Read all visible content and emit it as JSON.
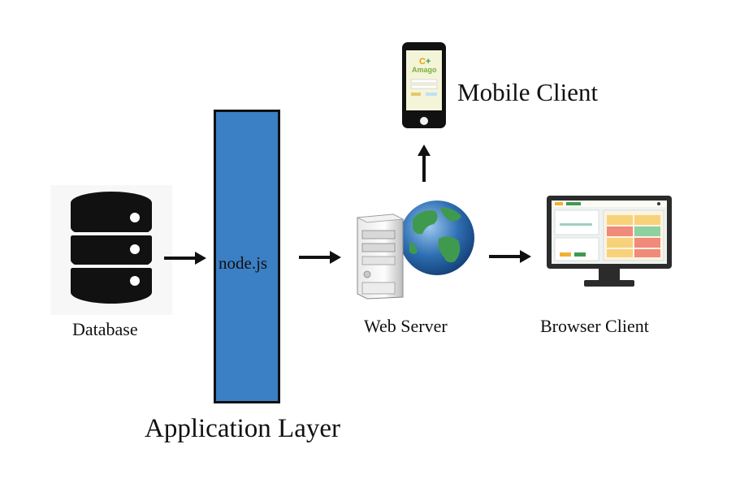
{
  "labels": {
    "database": "Database",
    "app_layer_box": "node.js",
    "app_layer_caption": "Application Layer",
    "web_server": "Web Server",
    "browser_client": "Browser Client",
    "mobile_client": "Mobile Client"
  },
  "phone_screen": {
    "logo_text": "Amago"
  },
  "colors": {
    "app_layer_fill": "#3b7fc4",
    "globe_ocean": "#2f6fb3",
    "globe_land": "#3f9a4f",
    "dashboard_accent": "#f0b030"
  },
  "icons": [
    "database-icon",
    "server-icon",
    "globe-icon",
    "mobile-phone-icon",
    "monitor-icon",
    "arrow-icon"
  ]
}
